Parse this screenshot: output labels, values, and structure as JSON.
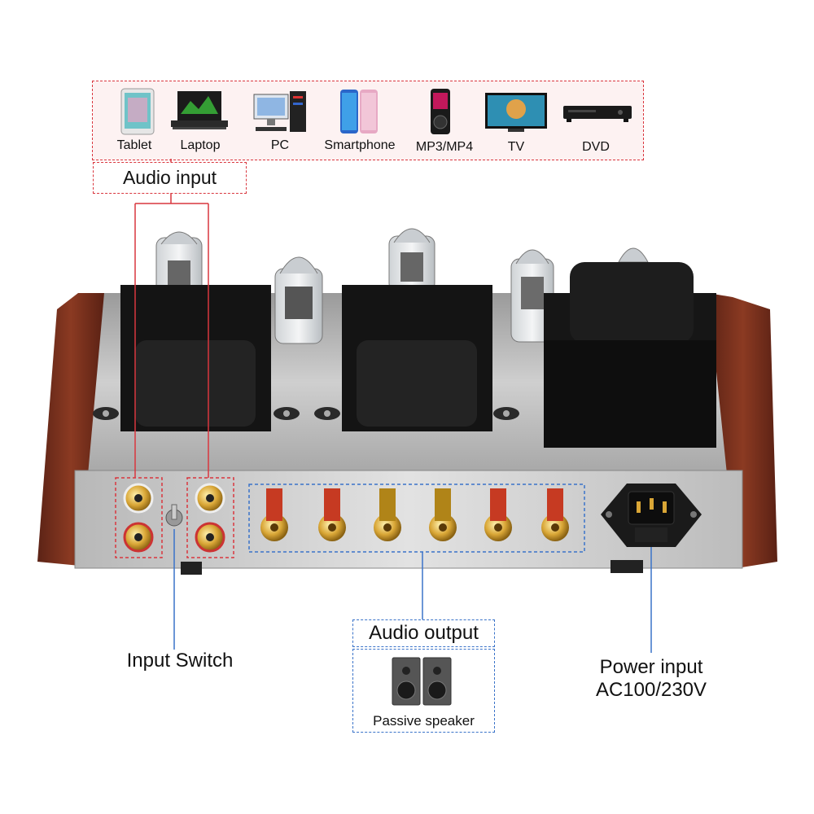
{
  "devices": {
    "items": [
      {
        "label": "Tablet",
        "icon": "tablet-icon"
      },
      {
        "label": "Laptop",
        "icon": "laptop-icon"
      },
      {
        "label": "PC",
        "icon": "pc-icon"
      },
      {
        "label": "Smartphone",
        "icon": "smartphone-icon"
      },
      {
        "label": "MP3/MP4",
        "icon": "mp3-player-icon"
      },
      {
        "label": "TV",
        "icon": "tv-icon"
      },
      {
        "label": "DVD",
        "icon": "dvd-player-icon"
      }
    ]
  },
  "callouts": {
    "audio_input": "Audio input",
    "input_switch": "Input Switch",
    "audio_output": "Audio output",
    "passive_speaker": "Passive speaker",
    "power_input_line1": "Power input",
    "power_input_line2": "AC100/230V"
  },
  "colors": {
    "input_highlight": "#d9363e",
    "output_highlight": "#3a73c9",
    "wood": "#7a2f1e",
    "chassis": "#b9b9b9",
    "transformer": "#161616",
    "gold": "#d8a93a"
  }
}
